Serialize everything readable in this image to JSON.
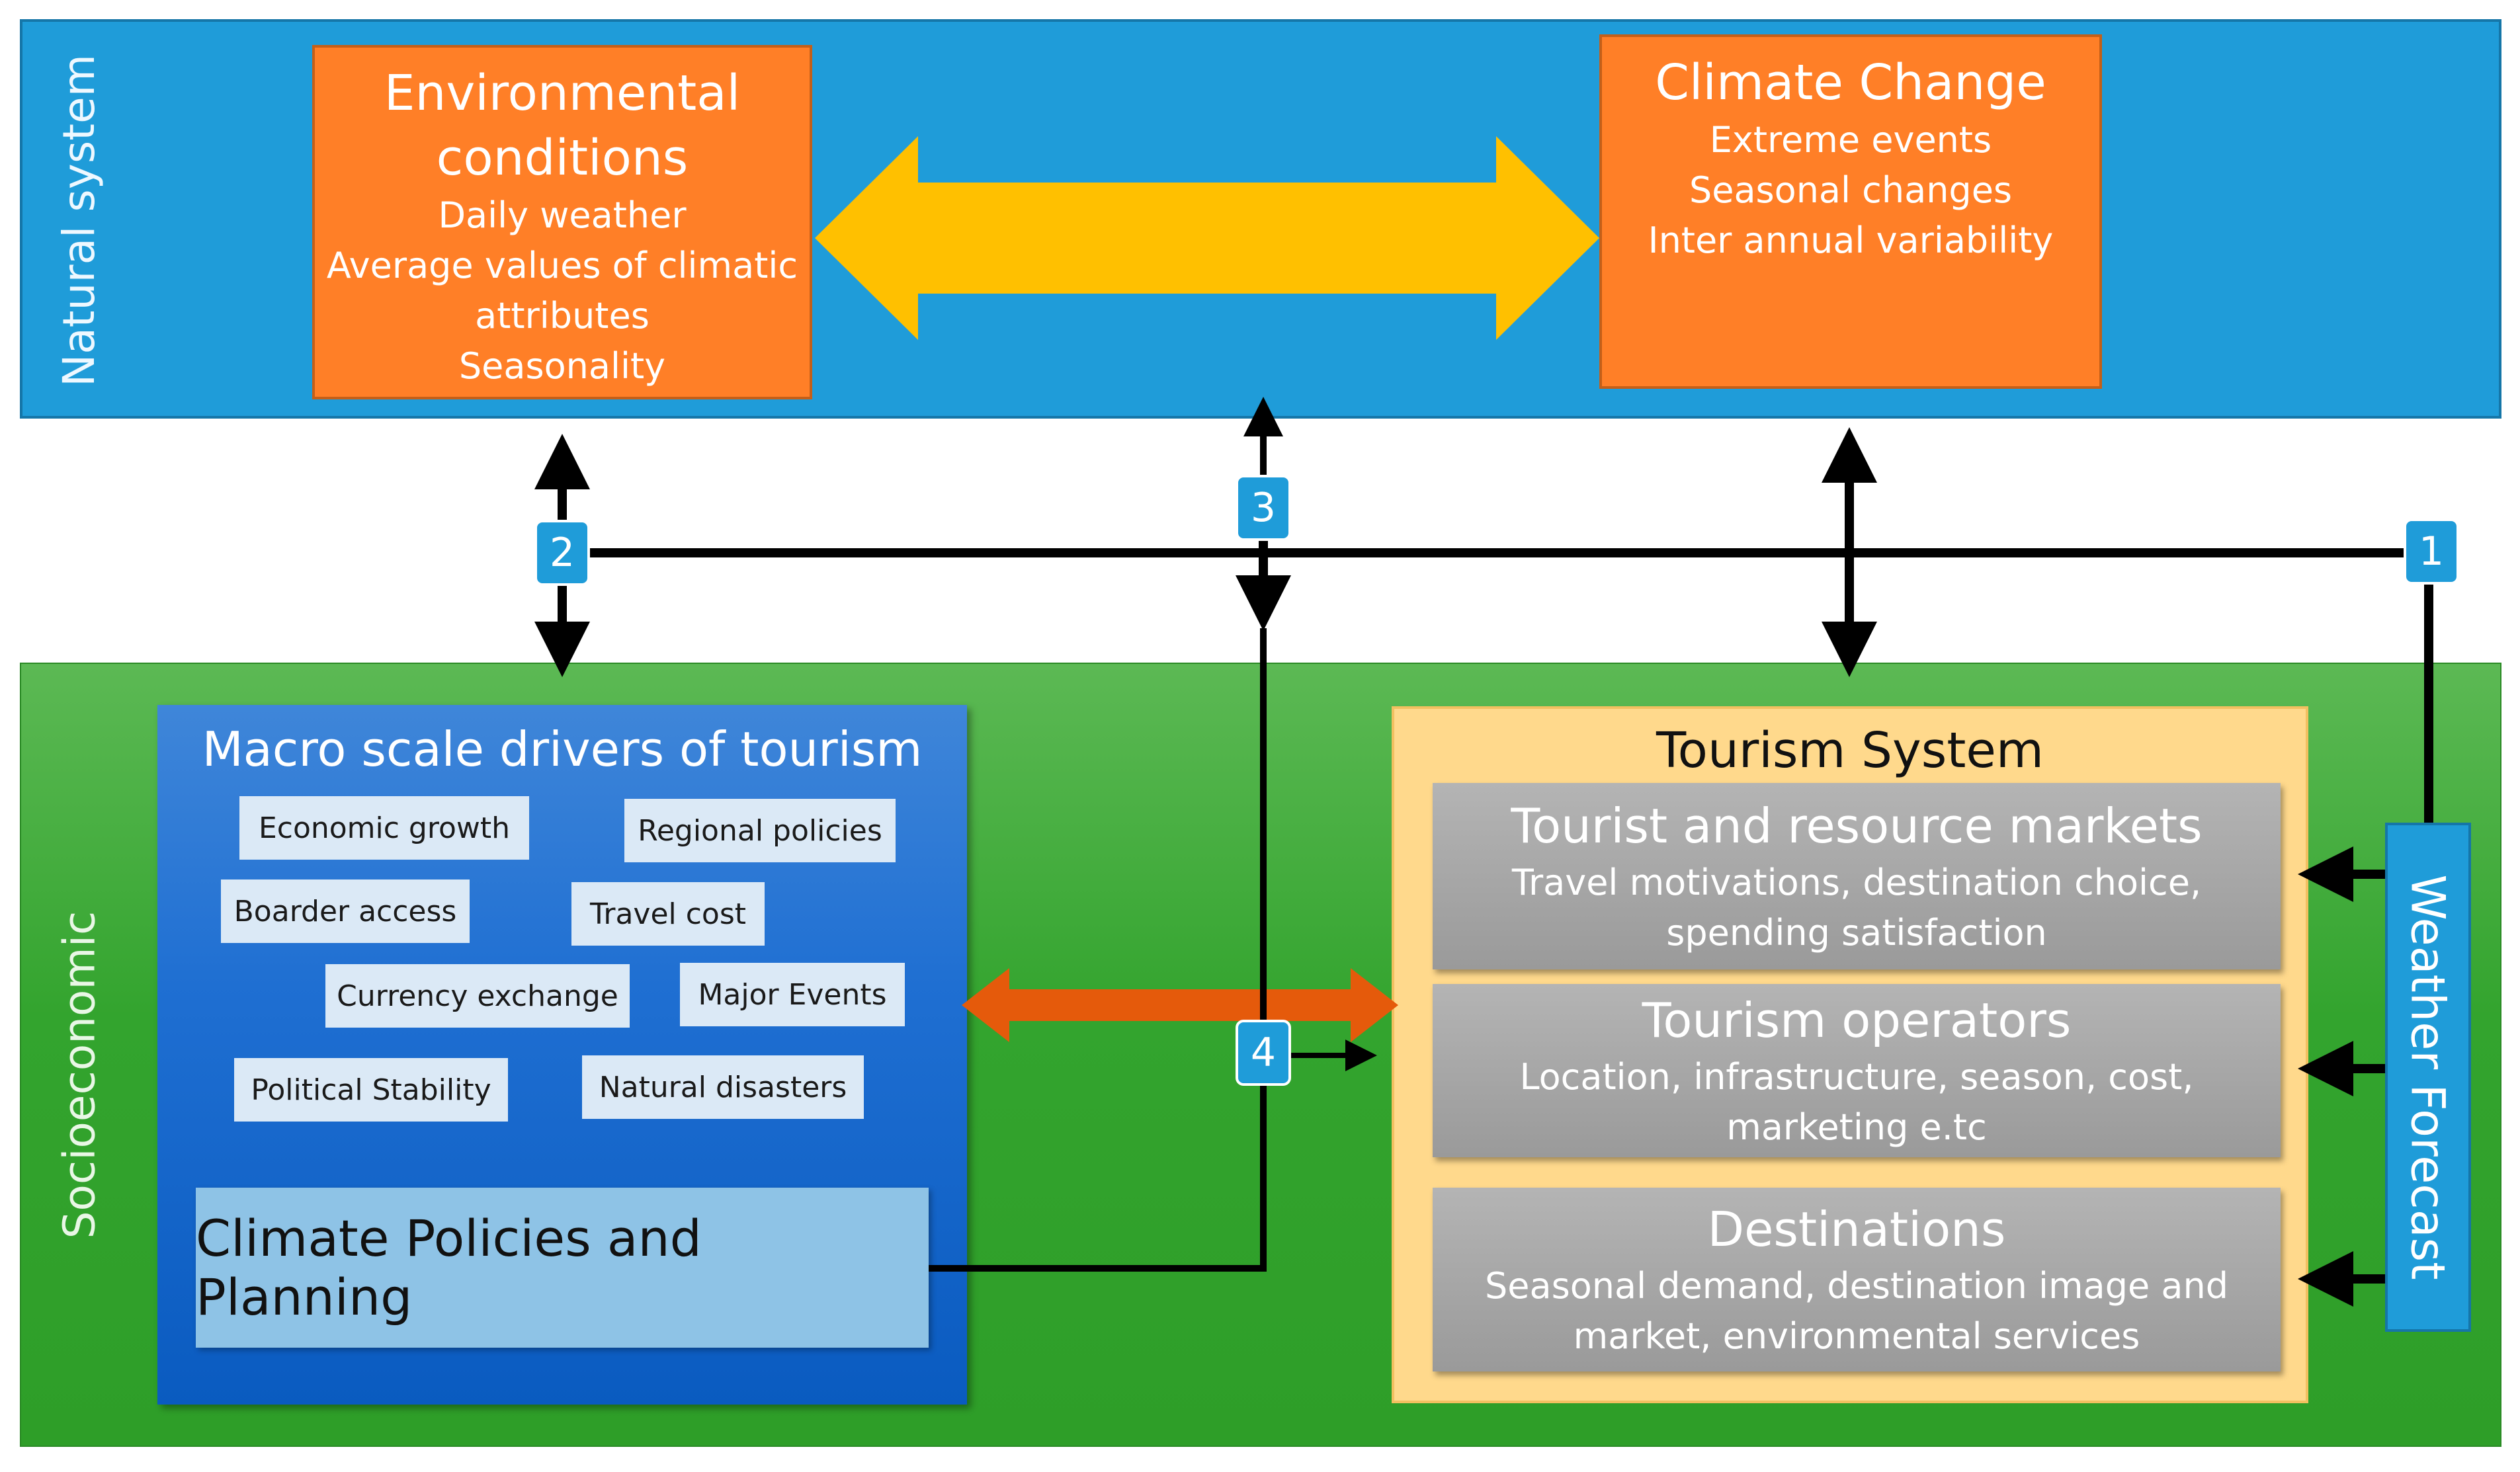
{
  "natural_system": {
    "label": "Natural system",
    "environmental": {
      "title_line1": "Environmental",
      "title_line2": "conditions",
      "lines": [
        "Daily weather",
        "Average values of climatic",
        "attributes",
        "Seasonality"
      ]
    },
    "climate_change": {
      "title": "Climate Change",
      "lines": [
        "Extreme events",
        "Seasonal changes",
        "Inter annual variability"
      ]
    }
  },
  "socioeconomic": {
    "label": "Socioeconomic",
    "macro": {
      "title": "Macro scale drivers of tourism",
      "drivers": [
        "Economic growth",
        "Regional policies",
        "Boarder access",
        "Travel cost",
        "Currency exchange",
        "Major Events",
        "Political Stability",
        "Natural disasters"
      ],
      "climate_policies": "Climate Policies and Planning"
    },
    "tourism_system": {
      "title": "Tourism System",
      "markets": {
        "title": "Tourist and resource markets",
        "lines": [
          "Travel motivations, destination choice,",
          "spending satisfaction"
        ]
      },
      "operators": {
        "title": "Tourism operators",
        "lines": [
          "Location, infrastructure, season, cost,",
          "marketing e.tc"
        ]
      },
      "destinations": {
        "title": "Destinations",
        "lines": [
          "Seasonal demand, destination image and",
          "market, environmental services"
        ]
      }
    },
    "weather_forecast": "Weather Forecast"
  },
  "badges": [
    "1",
    "2",
    "3",
    "4"
  ],
  "colors": {
    "natural_band": "#1f9cd9",
    "socio_band": "#33a42e",
    "orange_box": "#ff7f27",
    "yellow_arrow": "#ffc000",
    "orange_arrow": "#e55a0b",
    "tourism_box": "#ffd98c",
    "grey_box": "#a6a6a6",
    "macro_box": "#1f6fd2",
    "chip": "#dbe9f6",
    "line": "#000000"
  }
}
